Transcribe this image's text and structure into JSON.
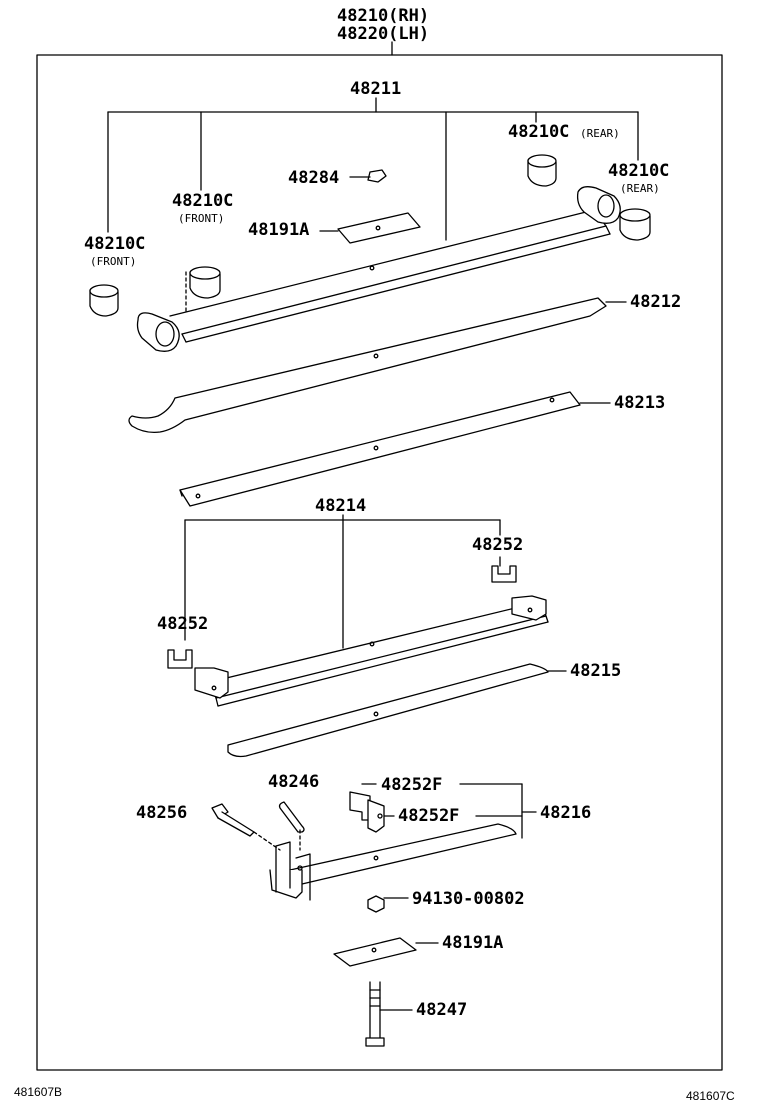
{
  "title": {
    "rh": "48210(RH)",
    "lh": "48220(LH)"
  },
  "parts": {
    "p48211": "48211",
    "p48210c_rear_top": "48210C",
    "p48210c_rear_top_note": "(REAR)",
    "p48210c_rear": "48210C",
    "p48210c_rear_note": "(REAR)",
    "p48284": "48284",
    "p48210c_front_inner": "48210C",
    "p48210c_front_inner_note": "(FRONT)",
    "p48210c_front_outer": "48210C",
    "p48210c_front_outer_note": "(FRONT)",
    "p48191a_upper": "48191A",
    "p48212": "48212",
    "p48213": "48213",
    "p48214": "48214",
    "p48252_right": "48252",
    "p48252_left": "48252",
    "p48215": "48215",
    "p48246": "48246",
    "p48252f_upper": "48252F",
    "p48252f_lower": "48252F",
    "p48216": "48216",
    "p48256": "48256",
    "p94130": "94130-00802",
    "p48191a_lower": "48191A",
    "p48247": "48247"
  },
  "footer": {
    "left_code": "481607B",
    "right_code": "481607C"
  }
}
